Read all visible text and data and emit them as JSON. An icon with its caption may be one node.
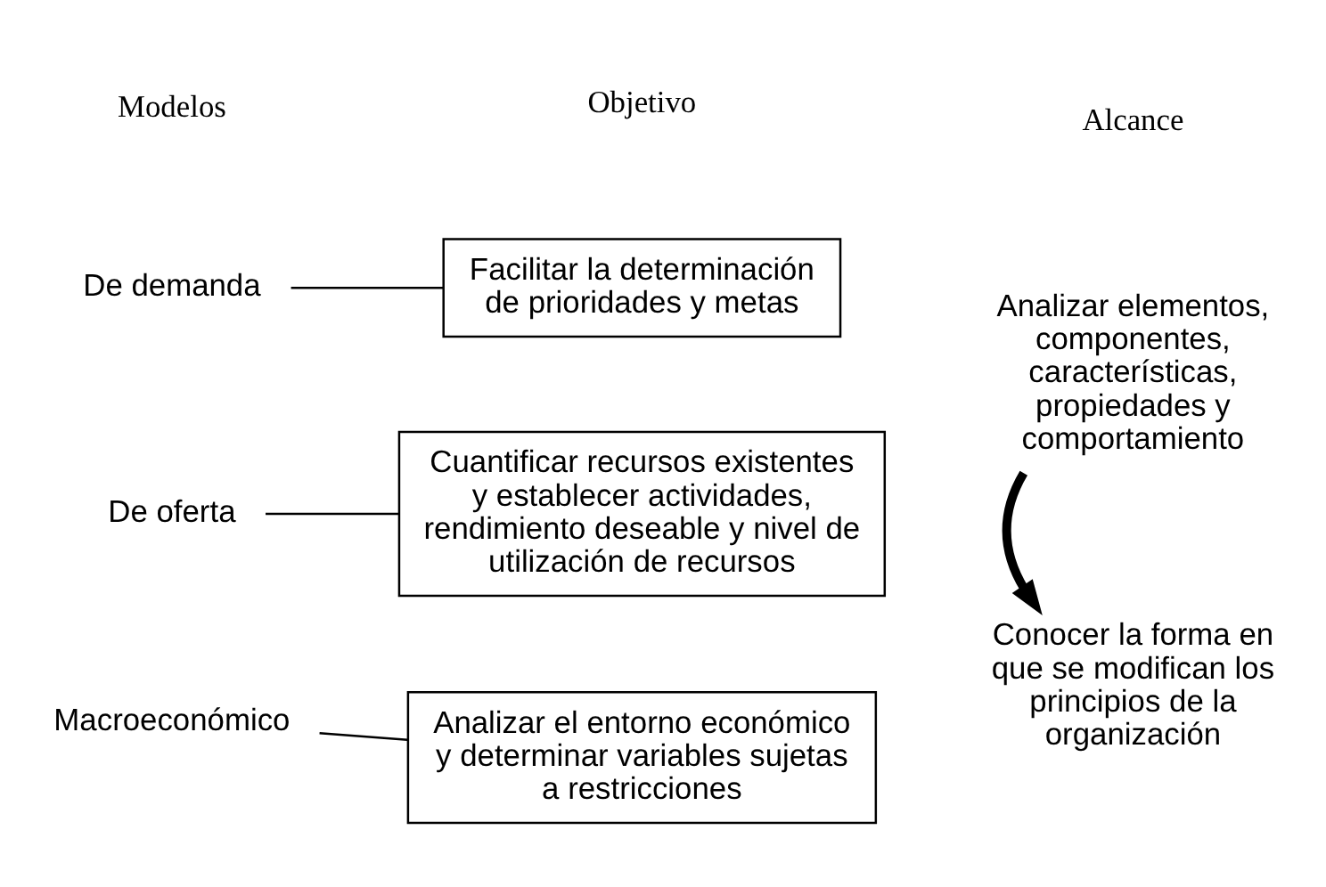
{
  "diagram": {
    "nodes": [
      {
        "text": [
          "De demanda"
        ]
      },
      {
        "text": [
          "Facilitar la determinación de prioridades y metas"
        ]
      },
      {
        "text": [
          "De oferta"
        ]
      },
      {
        "text": [
          "Cuantificar recursos existentes y establecer actividades, rendimiento deseable y nivel de utilización de recursos"
        ]
      },
      {
        "text": [
          "Macroeconómico"
        ]
      },
      {
        "text": [
          "Analizar el entorno económico y determinar variables sujetas a restricciones"
        ]
      },
      {
        "text": [
          "Analizar elementos, componentes, características, propiedades y comportamiento"
        ]
      },
      {
        "text": [
          "Conocer la forma en que se modifican los principios de la organización"
        ]
      }
    ],
    "edges": [
      {
        "from": 0,
        "to": 1,
        "arrow": "none"
      },
      {
        "from": 2,
        "to": 3,
        "arrow": "none"
      },
      {
        "from": 4,
        "to": 5,
        "arrow": "none"
      },
      {
        "from": 6,
        "to": 7,
        "arrow": "to",
        "style": "thick"
      }
    ],
    "labels": [
      "Modelos",
      "Objetivo",
      "Alcance"
    ]
  }
}
